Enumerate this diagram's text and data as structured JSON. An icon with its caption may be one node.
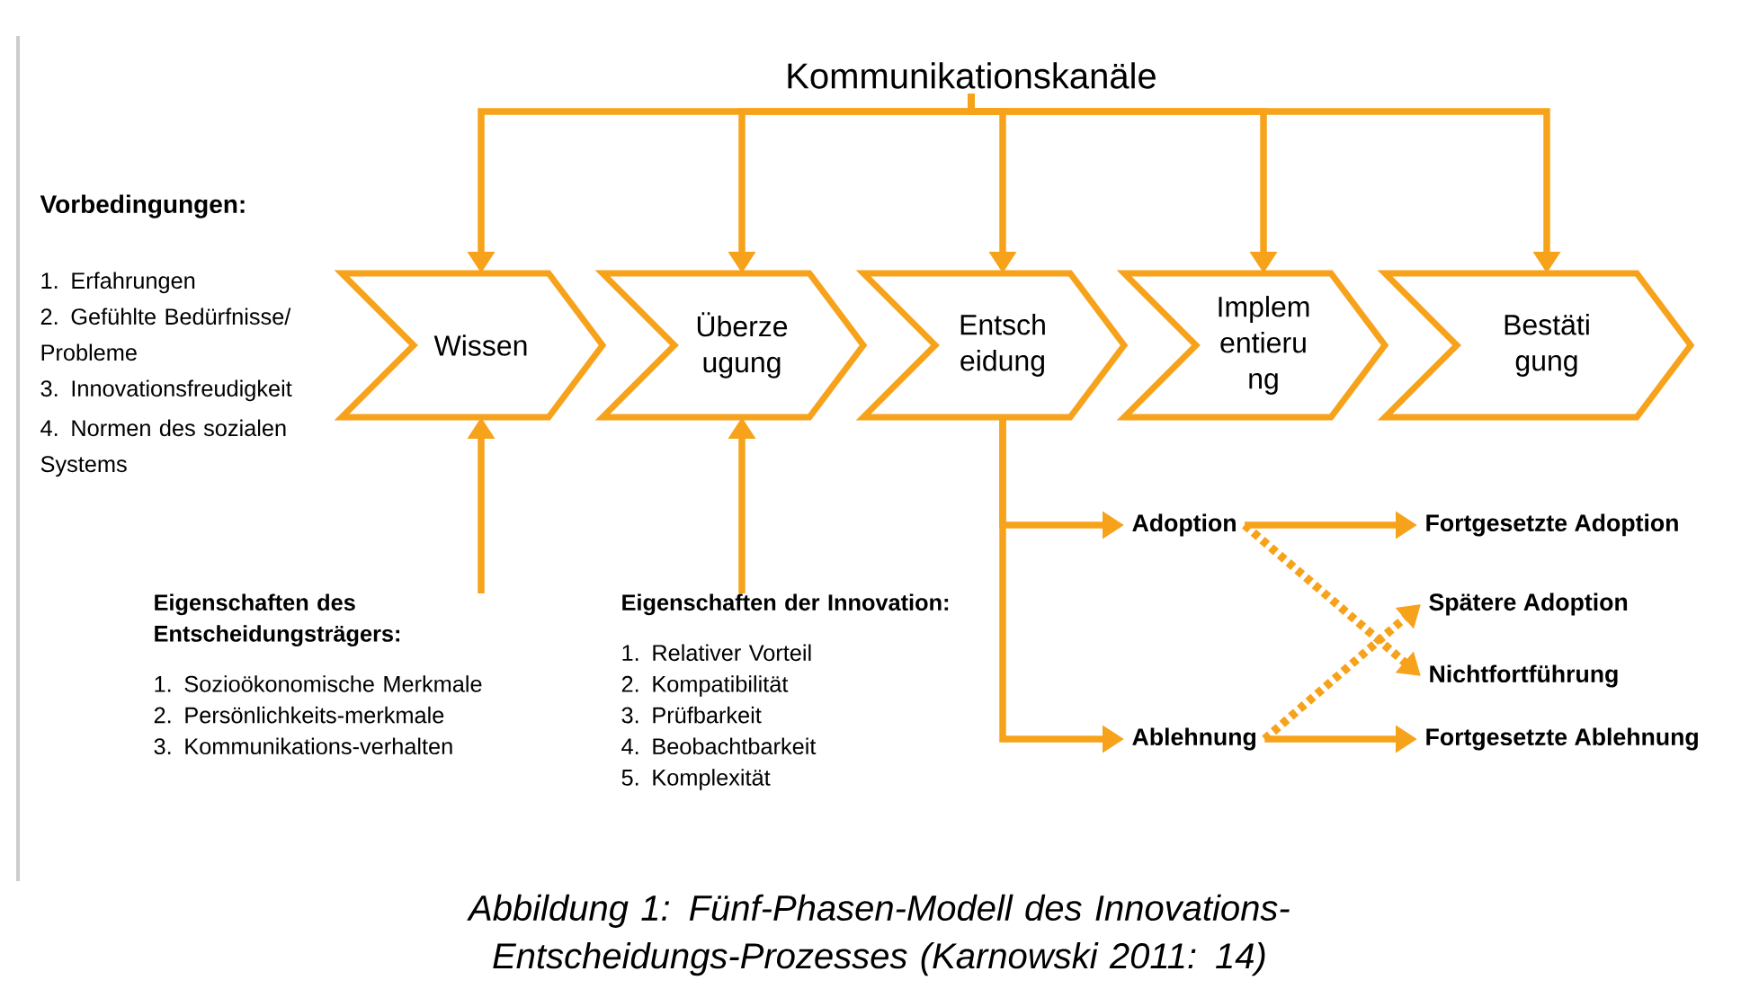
{
  "diagram": {
    "caption": "Abbildung 1: Fünf-Phasen-Modell des Innovations-Entscheidungs-Prozesses (Karnowski 2011: 14)",
    "nodes": [
      {
        "text": [
          "Kommunikationskanäle"
        ]
      },
      {
        "text": [
          "Wissen"
        ]
      },
      {
        "text": [
          "Überze ugung"
        ]
      },
      {
        "text": [
          "Entsch eidung"
        ]
      },
      {
        "text": [
          "Implem entieru ng"
        ]
      },
      {
        "text": [
          "Bestäti gung"
        ]
      },
      {
        "text": [
          "Eigenschaften des Entscheidungsträgers:",
          "1. Sozioökonomische Merkmale",
          "2. Persönlichkeits-merkmale",
          "3. Kommunikations-verhalten"
        ]
      },
      {
        "text": [
          "Eigenschaften der Innovation:",
          "1. Relativer Vorteil",
          "2. Kompatibilität",
          "3. Prüfbarkeit",
          "4. Beobachtbarkeit",
          "5. Komplexität"
        ]
      },
      {
        "text": [
          "Adoption"
        ]
      },
      {
        "text": [
          "Ablehnung"
        ]
      },
      {
        "text": [
          "Fortgesetzte Adoption"
        ]
      },
      {
        "text": [
          "Spätere Adoption"
        ]
      },
      {
        "text": [
          "Nichtfortführung"
        ]
      },
      {
        "text": [
          "Fortgesetzte Ablehnung"
        ]
      }
    ],
    "edges": [
      {
        "from": 0,
        "to": 1,
        "arrow": "to"
      },
      {
        "from": 0,
        "to": 2,
        "arrow": "to"
      },
      {
        "from": 0,
        "to": 3,
        "arrow": "to"
      },
      {
        "from": 0,
        "to": 4,
        "arrow": "to"
      },
      {
        "from": 0,
        "to": 5,
        "arrow": "to"
      },
      {
        "from": 6,
        "to": 1,
        "arrow": "to"
      },
      {
        "from": 7,
        "to": 2,
        "arrow": "to"
      },
      {
        "from": 3,
        "to": 8,
        "arrow": "to"
      },
      {
        "from": 3,
        "to": 9,
        "arrow": "to"
      },
      {
        "from": 8,
        "to": 10,
        "arrow": "to"
      },
      {
        "from": 8,
        "to": 12,
        "arrow": "to",
        "style": "dashed"
      },
      {
        "from": 9,
        "to": 13,
        "arrow": "to"
      },
      {
        "from": 9,
        "to": 11,
        "arrow": "to",
        "style": "dashed"
      }
    ],
    "labels": [
      "Vorbedingungen:",
      "1. Erfahrungen",
      "2. Gefühlte Bedürfnisse/ Probleme",
      "3. Innovationsfreudigkeit",
      "4. Normen des sozialen Systems"
    ]
  }
}
